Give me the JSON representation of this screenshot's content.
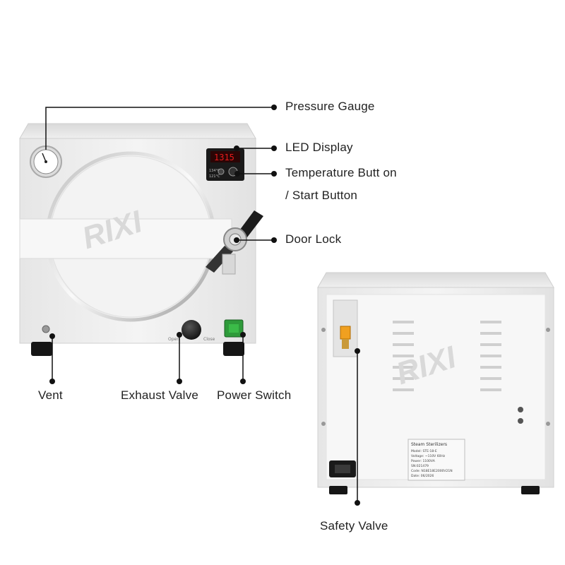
{
  "labels": {
    "pressure_gauge": "Pressure Gauge",
    "led_display": "LED Display",
    "temperature_button_line1": "Temperature Butt on",
    "temperature_button_line2": "/ Start Button",
    "door_lock": "Door Lock",
    "vent": "Vent",
    "exhaust_valve": "Exhaust Valve",
    "power_switch": "Power Switch",
    "safety_valve": "Safety Valve"
  },
  "device_front": {
    "led_readout": "1315",
    "knob_open": "Open",
    "knob_close": "Close",
    "button_temp_1": "134°C",
    "button_temp_2": "121°C"
  },
  "watermark": "RIXI",
  "rating_plate": {
    "title": "Steam Sterilizers",
    "lines": [
      "Model: STE-18-E",
      "Voltage: ~110V 60Hz",
      "Power: 1100VA",
      "SN:021479",
      "Code: N18E18E2000V21N",
      "Date: 06/2026"
    ]
  },
  "colors": {
    "body": "#ececec",
    "panel": "#f5f5f5",
    "accent_led": "#e81b1b",
    "power_switch": "#2e9a3a",
    "valve_orange": "#f0a020",
    "callout": "#111111"
  }
}
